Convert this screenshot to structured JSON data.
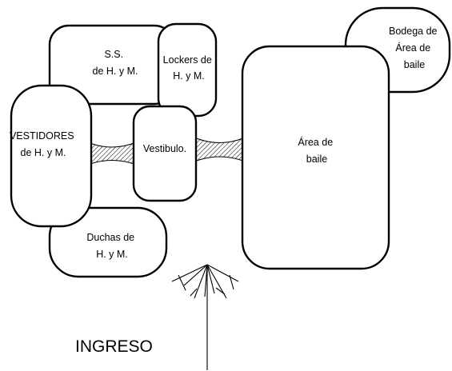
{
  "rooms": {
    "bodega": {
      "lines": [
        "Bodega de",
        "Área de",
        "baile"
      ]
    },
    "ss": {
      "lines": [
        "S.S.",
        "de H. y M."
      ]
    },
    "lockers": {
      "lines": [
        "Lockers de",
        "H. y M."
      ]
    },
    "vestidores": {
      "lines": [
        "VESTIDORES",
        "de H. y M."
      ]
    },
    "vestibulo": {
      "lines": [
        "Vestibulo."
      ]
    },
    "area_baile": {
      "lines": [
        "Área de",
        "baile"
      ]
    },
    "duchas": {
      "lines": [
        "Duchas de",
        "H. y M."
      ]
    }
  },
  "entrance": {
    "label": "INGRESO"
  }
}
